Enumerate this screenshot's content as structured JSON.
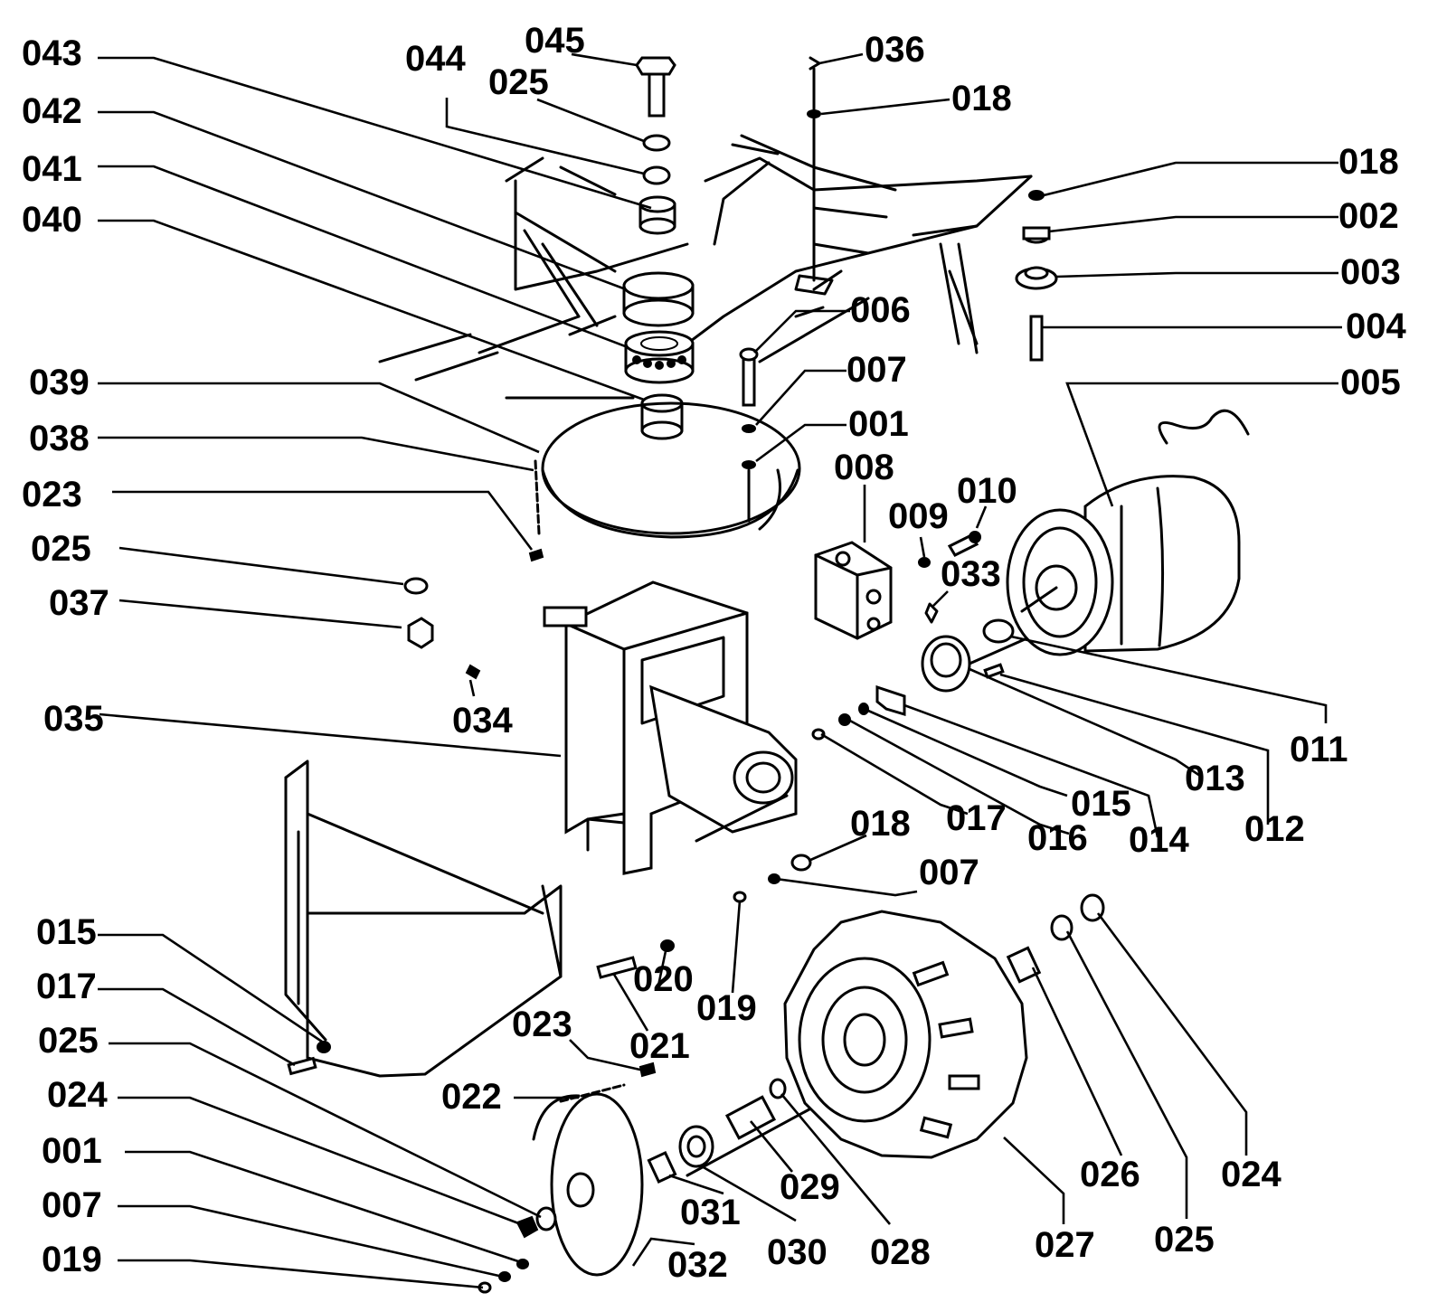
{
  "colors": {
    "ink": "#000000",
    "paper": "#ffffff"
  },
  "labels": {
    "l043": "043",
    "l045": "045",
    "l044": "044",
    "l025a": "025",
    "l042": "042",
    "l041": "041",
    "l040": "040",
    "l036": "036",
    "l018a": "018",
    "l018b": "018",
    "l002": "002",
    "l003": "003",
    "l004": "004",
    "l006": "006",
    "l005": "005",
    "l007a": "007",
    "l039": "039",
    "l001a": "001",
    "l038": "038",
    "l008": "008",
    "l010": "010",
    "l023a": "023",
    "l009": "009",
    "l025b": "025",
    "l033": "033",
    "l037": "037",
    "l034": "034",
    "l011": "011",
    "l035": "035",
    "l013": "013",
    "l015a": "015",
    "l012": "012",
    "l017a": "017",
    "l016": "016",
    "l014": "014",
    "l018c": "018",
    "l007b": "007",
    "l015b": "015",
    "l017b": "017",
    "l020": "020",
    "l019a": "019",
    "l025c": "025",
    "l023b": "023",
    "l021": "021",
    "l024a": "024",
    "l022": "022",
    "l001b": "001",
    "l026": "026",
    "l024b": "024",
    "l029": "029",
    "l007c": "007",
    "l031": "031",
    "l025d": "025",
    "l019b": "019",
    "l030": "030",
    "l028": "028",
    "l027": "027",
    "l032": "032"
  }
}
